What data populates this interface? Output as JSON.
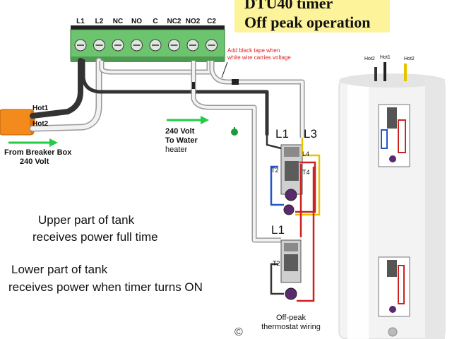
{
  "title": {
    "line1": "DTU40 timer",
    "line2": "Off peak operation"
  },
  "terminals": [
    "L1",
    "L2",
    "NC",
    "NO",
    "C",
    "NC2",
    "NO2",
    "C2"
  ],
  "tape_note": {
    "line1": "Add black tape when",
    "line2": "white wire carries voltage"
  },
  "incoming": {
    "hot1": "Hot1",
    "hot2": "Hot2",
    "source_line1": "From Breaker Box",
    "source_line2": "240 Volt"
  },
  "output": {
    "line1": "240 Volt",
    "line2": "To Water",
    "line3": "heater"
  },
  "thermostat_labels": {
    "upper_l1": "L1",
    "upper_l3": "L3",
    "l4": "L4",
    "t2_upper": "T2",
    "t4": "T4",
    "lower_l1": "L1",
    "t2_lower": "T2"
  },
  "offpeak_caption": {
    "line1": "Off-peak",
    "line2": "thermostat wiring"
  },
  "explanations": {
    "upper_line1": "Upper part of tank",
    "upper_line2": "receives power full time",
    "lower_line1": "Lower part of tank",
    "lower_line2": "receives power when timer turns ON"
  },
  "tank_labels": {
    "hot2_left": "Hot2",
    "hot1": "Hot1",
    "hot2_right": "Hot2"
  },
  "copyright": "©",
  "colors": {
    "terminal_block": "#6cc46e",
    "title_bg": "#fdf39a",
    "supply_wire": "#f28a1c",
    "arrow": "#22cc44",
    "tape_note": "#dd2222",
    "wire_red": "#cc2222",
    "wire_blue": "#2255cc",
    "wire_yellow": "#e8c400"
  }
}
